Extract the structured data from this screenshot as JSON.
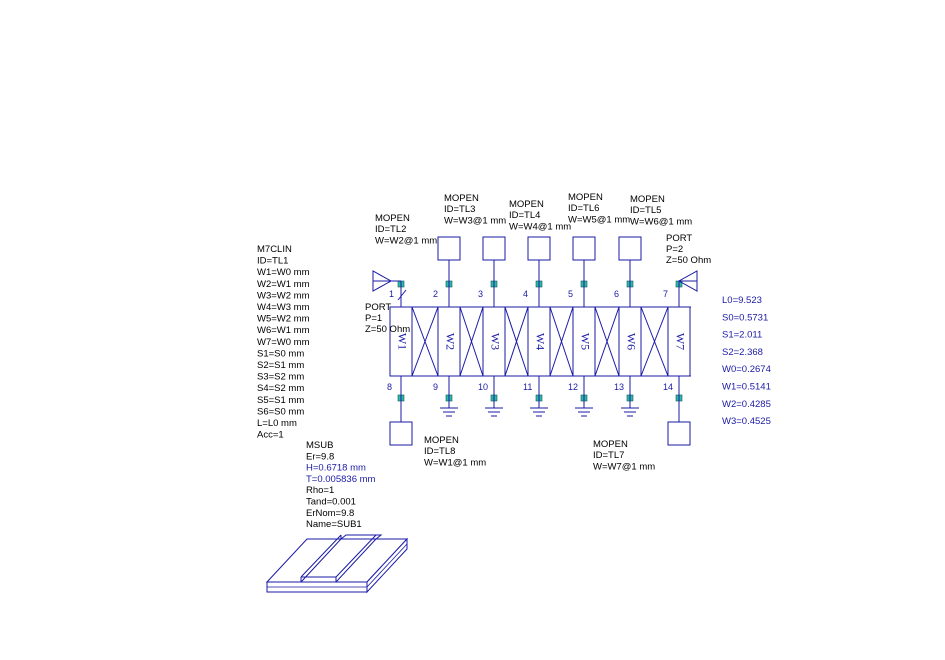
{
  "m7clin": [
    "M7CLIN",
    "ID=TL1",
    "W1=W0 mm",
    "W2=W1 mm",
    "W3=W2 mm",
    "W4=W3 mm",
    "W5=W2 mm",
    "W6=W1 mm",
    "W7=W0 mm",
    "S1=S0 mm",
    "S2=S1 mm",
    "S3=S2 mm",
    "S4=S2 mm",
    "S5=S1 mm",
    "S6=S0 mm",
    "L=L0 mm",
    "Acc=1"
  ],
  "msub": {
    "lines": [
      {
        "text": "MSUB",
        "hl": false
      },
      {
        "text": "Er=9.8",
        "hl": false
      },
      {
        "text": "H=0.6718 mm",
        "hl": true
      },
      {
        "text": "T=0.005836 mm",
        "hl": true
      },
      {
        "text": "Rho=1",
        "hl": false
      },
      {
        "text": "Tand=0.001",
        "hl": false
      },
      {
        "text": "ErNom=9.8",
        "hl": false
      },
      {
        "text": "Name=SUB1",
        "hl": false
      }
    ]
  },
  "port1": [
    "PORT",
    "P=1",
    "Z=50 Ohm"
  ],
  "port2": [
    "PORT",
    "P=2",
    "Z=50 Ohm"
  ],
  "mopen": [
    [
      "MOPEN",
      "ID=TL2",
      "W=W2@1 mm"
    ],
    [
      "MOPEN",
      "ID=TL3",
      "W=W3@1 mm"
    ],
    [
      "MOPEN",
      "ID=TL4",
      "W=W4@1 mm"
    ],
    [
      "MOPEN",
      "ID=TL6",
      "W=W5@1 mm"
    ],
    [
      "MOPEN",
      "ID=TL5",
      "W=W6@1 mm"
    ],
    [
      "MOPEN",
      "ID=TL8",
      "W=W1@1 mm"
    ],
    [
      "MOPEN",
      "ID=TL7",
      "W=W7@1 mm"
    ]
  ],
  "lines": [
    "W1",
    "W2",
    "W3",
    "W4",
    "W5",
    "W6",
    "W7"
  ],
  "top_pins": [
    "1",
    "2",
    "3",
    "4",
    "5",
    "6",
    "7"
  ],
  "bottom_pins": [
    "8",
    "9",
    "10",
    "11",
    "12",
    "13",
    "14"
  ],
  "vars": [
    "L0=9.523",
    "S0=0.5731",
    "S1=2.011",
    "S2=2.368",
    "W0=0.2674",
    "W1=0.5141",
    "W2=0.4285",
    "W3=0.4525"
  ],
  "colors": {
    "wire": "#1a1aa6",
    "node": "#2fb7a7",
    "text": "#000000",
    "value": "#1a1aa6"
  }
}
